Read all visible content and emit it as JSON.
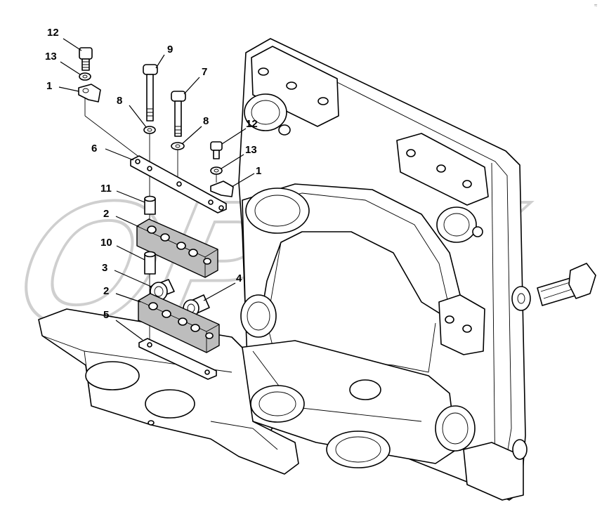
{
  "watermark": "OPEX",
  "corner_mark": "≈",
  "callouts": [
    {
      "id": "c-12a",
      "label": "12"
    },
    {
      "id": "c-13a",
      "label": "13"
    },
    {
      "id": "c-1a",
      "label": "1"
    },
    {
      "id": "c-9",
      "label": "9"
    },
    {
      "id": "c-7",
      "label": "7"
    },
    {
      "id": "c-8a",
      "label": "8"
    },
    {
      "id": "c-8b",
      "label": "8"
    },
    {
      "id": "c-12b",
      "label": "12"
    },
    {
      "id": "c-13b",
      "label": "13"
    },
    {
      "id": "c-1b",
      "label": "1"
    },
    {
      "id": "c-6",
      "label": "6"
    },
    {
      "id": "c-11",
      "label": "11"
    },
    {
      "id": "c-2a",
      "label": "2"
    },
    {
      "id": "c-10",
      "label": "10"
    },
    {
      "id": "c-3",
      "label": "3"
    },
    {
      "id": "c-4",
      "label": "4"
    },
    {
      "id": "c-2b",
      "label": "2"
    },
    {
      "id": "c-5",
      "label": "5"
    }
  ]
}
